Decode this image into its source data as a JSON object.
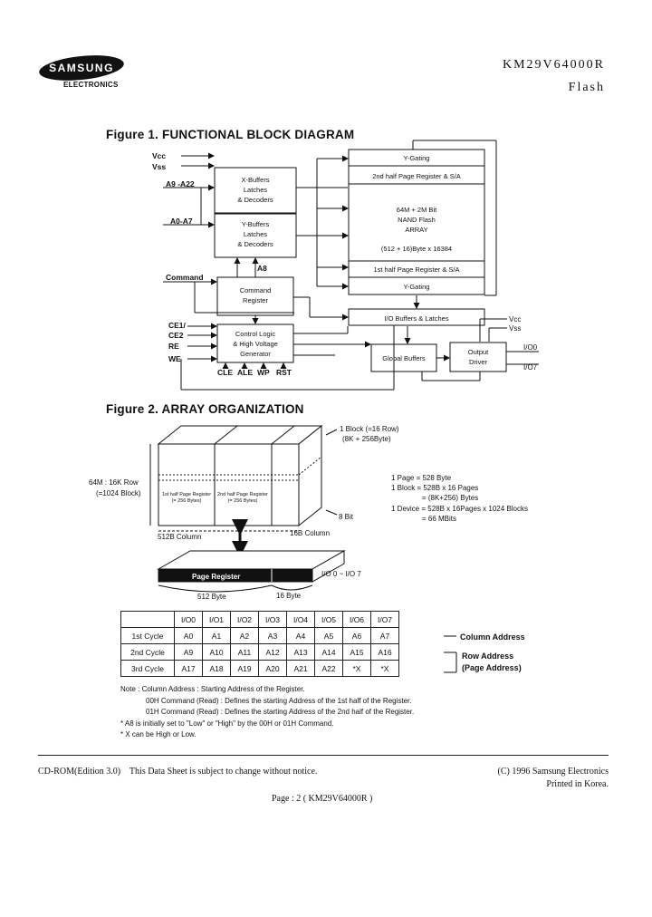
{
  "header": {
    "logo_text": "SAMSUNG",
    "logo_sub": "ELECTRONICS",
    "part_number": "KM29V64000R",
    "category": "Flash"
  },
  "figure1": {
    "title": "Figure 1. FUNCTIONAL BLOCK DIAGRAM",
    "inputs": {
      "vcc": "Vcc",
      "vss": "Vss",
      "addr_hi": "A9 -A22",
      "addr_lo": "A0-A7",
      "command": "Command",
      "a8": "A8",
      "ce1": "CE1/",
      "ce2": "CE2",
      "re": "RE",
      "we": "WE",
      "cle": "CLE",
      "ale": "ALE",
      "wp": "WP",
      "rst": "RST"
    },
    "blocks": {
      "xbuf": [
        "X-Buffers",
        "Latches",
        "& Decoders"
      ],
      "ybuf": [
        "Y-Buffers",
        "Latches",
        "& Decoders"
      ],
      "cmdreg": [
        "Command",
        "Register"
      ],
      "ctrl": [
        "Control Logic",
        "& High Voltage",
        "Generator"
      ],
      "ygate_top": "Y-Gating",
      "page2": "2nd half Page Register & S/A",
      "array": [
        "64M + 2M Bit",
        "NAND Flash",
        "ARRAY"
      ],
      "array_size": "(512 + 16)Byte x 16384",
      "page1": "1st half Page Register & S/A",
      "ygate_bot": "Y-Gating",
      "io": "I/O Buffers & Latches",
      "global": "Global Buffers",
      "output": [
        "Output",
        "Driver"
      ],
      "vcc": "Vcc",
      "vss": "Vss",
      "io0": "I/O0",
      "io7": "I/O7"
    }
  },
  "figure2": {
    "title": "Figure 2. ARRAY ORGANIZATION",
    "labels": {
      "block": "1 Block (=16 Row)",
      "block_size": "(8K + 256Byte)",
      "rows": "64M : 16K Row",
      "blocks": "(=1024 Block)",
      "half1": "1st half Page Register",
      "half1_size": "(= 256 Bytes)",
      "half2": "2nd half Page Register",
      "half2_size": "(= 256 Bytes)",
      "bits": "8 Bit",
      "col512": "512B Column",
      "col16": "16B Column",
      "page_reg": "Page Register",
      "io_range": "I/O 0 ~ I/O 7",
      "bytes512": "512 Byte",
      "bytes16": "16 Byte"
    },
    "specs": [
      "1 Page = 528 Byte",
      "1 Block = 528B x 16 Pages",
      "= (8K+256) Bytes",
      "1 Device = 528B x 16Pages x 1024 Blocks",
      "= 66 MBits"
    ]
  },
  "address_table": {
    "headers": [
      "",
      "I/O0",
      "I/O1",
      "I/O2",
      "I/O3",
      "I/O4",
      "I/O5",
      "I/O6",
      "I/O7"
    ],
    "rows": [
      [
        "1st Cycle",
        "A0",
        "A1",
        "A2",
        "A3",
        "A4",
        "A5",
        "A6",
        "A7"
      ],
      [
        "2nd Cycle",
        "A9",
        "A10",
        "A11",
        "A12",
        "A13",
        "A14",
        "A15",
        "A16"
      ],
      [
        "3rd Cycle",
        "A17",
        "A18",
        "A19",
        "A20",
        "A21",
        "A22",
        "*X",
        "*X"
      ]
    ],
    "col_label": "Column Address",
    "row_label1": "Row Address",
    "row_label2": "(Page Address)"
  },
  "notes": [
    "Note : Column Address : Starting Address of the Register.",
    "00H Command (Read) : Defines the starting Address of the 1st half of the Register.",
    "01H Command (Read) : Defines the starting Address of the 2nd half of the Register.",
    "* A8 is initially set to \"Low\" or \"High\" by the 00H or 01H Command.",
    "* X can be High or Low."
  ],
  "footer": {
    "left": "CD-ROM(Edition 3.0)    This Data Sheet is subject to change without notice.",
    "right1": "(C) 1996 Samsung Electronics",
    "right2": "Printed in Korea.",
    "page": "Page : 2  ( KM29V64000R )"
  }
}
